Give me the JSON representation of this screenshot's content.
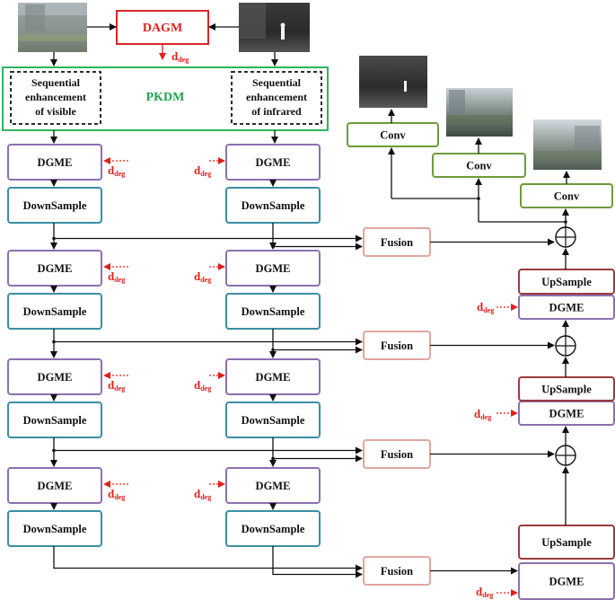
{
  "labels": {
    "dagm": "DAGM",
    "pkdm": "PKDM",
    "seq_visible": [
      "Sequential",
      "enhancement",
      "of visible"
    ],
    "seq_infrared": [
      "Sequential",
      "enhancement",
      "of infrared"
    ],
    "dgme": "DGME",
    "downsample": "DownSample",
    "fusion": "Fusion",
    "upsample": "UpSample",
    "conv": "Conv",
    "d": "d",
    "deg": "deg"
  },
  "colors": {
    "dagm_border": "#d9262a",
    "dagm_text": "#e0201b",
    "pkdm_border": "#2db55d",
    "pkdm_text": "#1fa34c",
    "dgme_border": "#8e6fb0",
    "downsample_border": "#3a8ea4",
    "fusion_border": "#e2a69f",
    "upsample_border": "#9b3b3b",
    "conv_border": "#6f9a3c",
    "deg_red": "#e0201b",
    "arrow": "#111111"
  },
  "icons": [
    "visible-image-thumbnail",
    "infrared-image-thumbnail",
    "output-image-thumbnail",
    "sum-circle-icon"
  ]
}
